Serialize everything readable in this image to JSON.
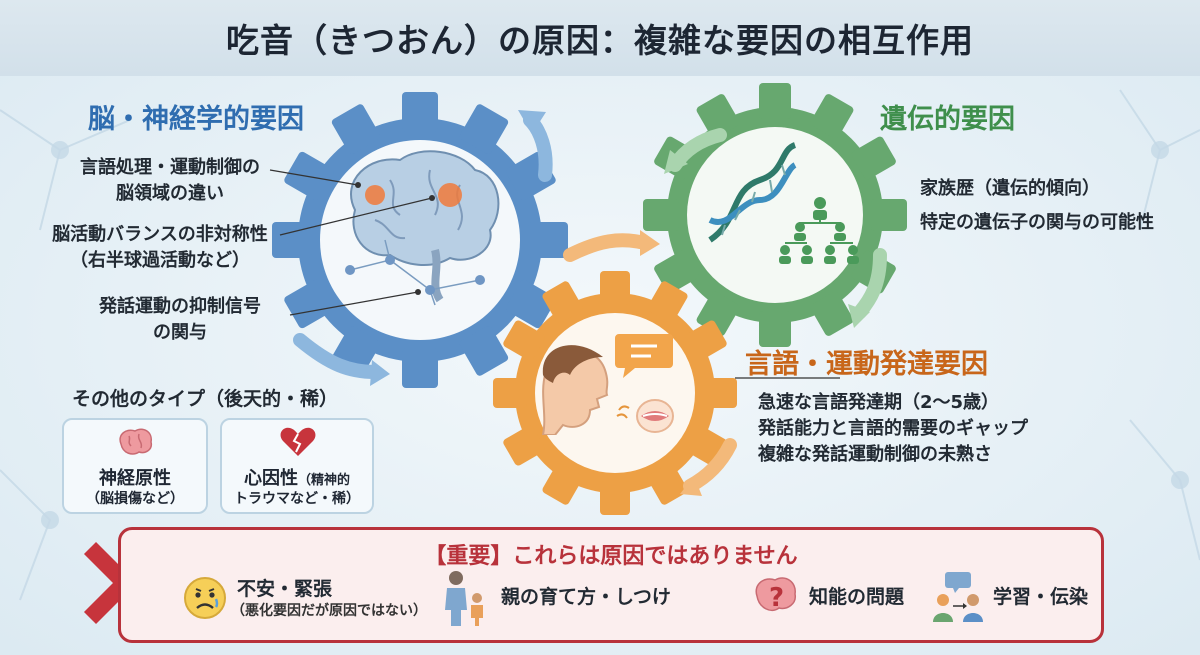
{
  "title": "吃音（きつおん）の原因：複雑な要因の相互作用",
  "brain": {
    "heading": "脳・神経学的要因",
    "items": [
      {
        "line1": "言語処理・運動制御の",
        "line2": "脳領域の違い"
      },
      {
        "line1": "脳活動バランスの非対称性",
        "line2": "（右半球過活動など）"
      },
      {
        "line1": "発話運動の抑制信号",
        "line2": "の関与"
      }
    ],
    "icon": "brain-icon"
  },
  "genetic": {
    "heading": "遺伝的要因",
    "items": [
      "家族歴（遺伝的傾向）",
      "特定の遺伝子の関与の可能性"
    ],
    "icons": [
      "dna-icon",
      "family-tree-icon"
    ]
  },
  "language": {
    "heading": "言語・運動発達要因",
    "items": [
      "急速な言語発達期（2〜5歳）",
      "発話能力と言語的需要のギャップ",
      "複雑な発話運動制御の未熟さ"
    ],
    "icons": [
      "child-face-icon",
      "speech-bubble-icon",
      "mouth-icon"
    ]
  },
  "other": {
    "heading": "その他のタイプ（後天的・稀）",
    "cards": [
      {
        "label": "神経原性",
        "sub": "（脳損傷など）",
        "icon": "brain-icon"
      },
      {
        "label": "心因性",
        "label_small": "（精神的",
        "sub": "トラウマなど・稀）",
        "icon": "broken-heart-icon"
      }
    ]
  },
  "not_causes": {
    "title": "【重要】これらは原因ではありません",
    "items": [
      {
        "label": "不安・緊張",
        "sub": "（悪化要因だが原因ではない）",
        "icon": "worried-face-icon"
      },
      {
        "label": "親の育て方・しつけ",
        "icon": "parent-child-icon"
      },
      {
        "label": "知能の問題",
        "icon": "brain-question-icon"
      },
      {
        "label": "学習・伝染",
        "icon": "people-chat-icon"
      }
    ],
    "mark_icon": "red-x-icon"
  },
  "colors": {
    "blue": "#5b8fc7",
    "green": "#67a86f",
    "orange": "#eda045",
    "red": "#c7343c"
  }
}
